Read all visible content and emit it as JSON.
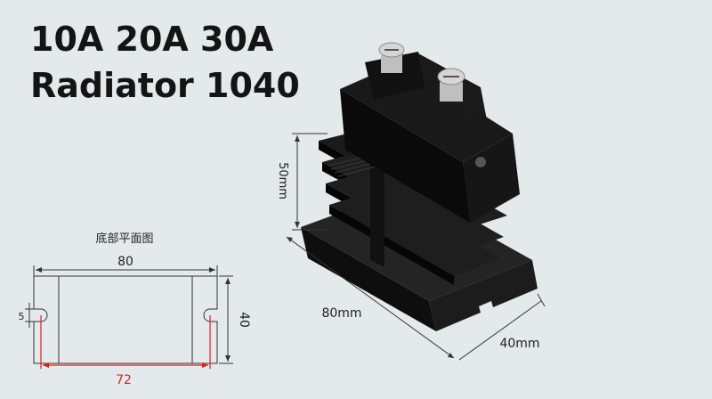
{
  "title": {
    "line1": "10A 20A 30A",
    "line2": "Radiator 1040"
  },
  "base_plan": {
    "caption": "底部平面图",
    "width_label": "80",
    "height_label": "40",
    "slot_label": "5",
    "hole_spacing_label": "72"
  },
  "product_dims": {
    "height_label": "50mm",
    "length_label": "80mm",
    "depth_label": "40mm"
  },
  "colors": {
    "background": "#e4e9eb",
    "dimension_red": "#e02020",
    "heatsink": "#141414"
  }
}
